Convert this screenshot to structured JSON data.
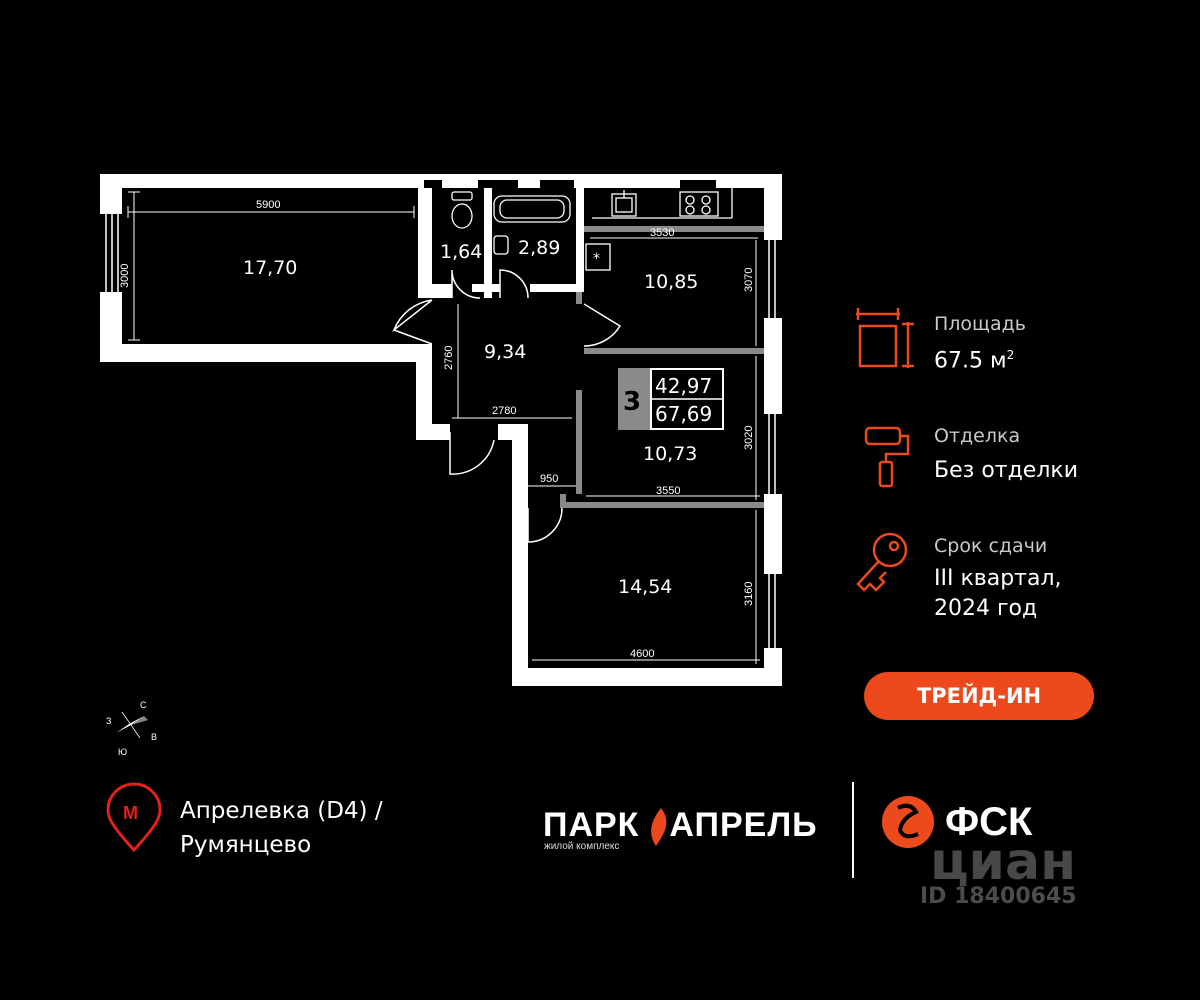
{
  "rooms": {
    "living_left": "17,70",
    "wc": "1,64",
    "bath": "2,89",
    "kitchen": "10,85",
    "hall": "9,34",
    "bedroom_mid": "10,73",
    "bedroom_bottom": "14,54"
  },
  "dimensions": {
    "d5900": "5900",
    "d3000": "3000",
    "d3530": "3530",
    "d3070": "3070",
    "d2760": "2760",
    "d2780": "2780",
    "d3020": "3020",
    "d950": "950",
    "d3550": "3550",
    "d3160": "3160",
    "d4600": "4600"
  },
  "badge": {
    "rooms_count": "3",
    "living_area": "42,97",
    "total_area": "67,69"
  },
  "compass": {
    "north": "С",
    "west": "З",
    "east": "В",
    "south": "Ю"
  },
  "info": {
    "area_label": "Площадь",
    "area_value": "67.5 м",
    "area_unit_sup": "2",
    "finish_label": "Отделка",
    "finish_value": "Без отделки",
    "deadline_label": "Срок сдачи",
    "deadline_line1": "III квартал,",
    "deadline_line2": "2024 год"
  },
  "trade_in_label": "ТРЕЙД-ИН",
  "metro": {
    "icon_letter": "М",
    "line1": "Апрелевка (D4)  /",
    "line2": "Румянцево"
  },
  "logo_park": {
    "part1": "ПАРК",
    "part2": "АПРЕЛЬ",
    "subtitle": "жилой комплекс"
  },
  "logo_fsk": "ФСК",
  "watermark": {
    "brand": "циан",
    "id": "ID 18400645"
  },
  "colors": {
    "accent": "#ec4a1c",
    "wall": "#ffffff",
    "background": "#000000"
  }
}
